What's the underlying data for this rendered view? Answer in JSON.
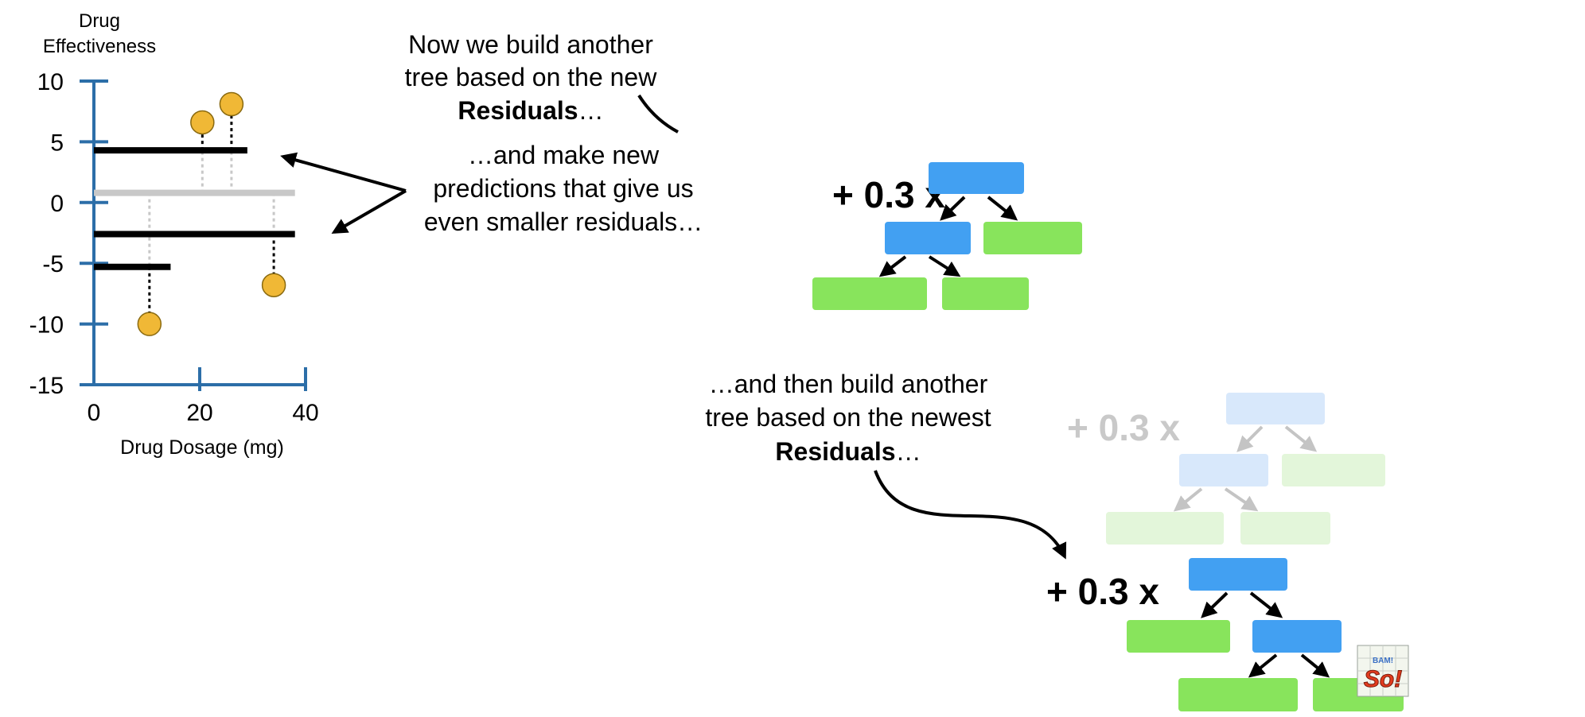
{
  "chart_data": {
    "type": "scatter",
    "title": "",
    "ylabel_line1": "Drug",
    "ylabel_line2": "Effectiveness",
    "xlabel": "Drug Dosage (mg)",
    "xlim": [
      0,
      40
    ],
    "ylim": [
      -15,
      10
    ],
    "x_ticks": [
      0,
      20,
      40
    ],
    "y_ticks": [
      10,
      5,
      0,
      -5,
      -10,
      -15
    ],
    "grid": false,
    "points": [
      {
        "x": 10.5,
        "y": -10.0,
        "prediction": -5.3
      },
      {
        "x": 20.5,
        "y": 6.6,
        "prediction": 4.3
      },
      {
        "x": 26.0,
        "y": 8.1,
        "prediction": 4.3
      },
      {
        "x": 34.0,
        "y": -6.8,
        "prediction": -2.6
      }
    ],
    "mean_line": {
      "y": 0.8,
      "x_start": 0,
      "x_end": 38,
      "color": "#c8c8c8"
    },
    "prediction_segments": [
      {
        "y": 4.3,
        "x_start": 0,
        "x_end": 29
      },
      {
        "y": -2.6,
        "x_start": 0,
        "x_end": 38
      },
      {
        "y": -5.3,
        "x_start": 0,
        "x_end": 14.5
      }
    ],
    "colors": {
      "axis": "#2c6ea8",
      "point": "#f0b836",
      "point_edge": "#8a6a10",
      "prediction": "#000000",
      "mean": "#c8c8c8",
      "dotted": "#000000",
      "dotted_faded": "#c8c8c8"
    }
  },
  "annotations": {
    "top": {
      "line1": "Now we build another",
      "line2": "tree based on the new",
      "bold": "Residuals",
      "suffix": "…"
    },
    "middle": {
      "line1": "…and make new",
      "line2": "predictions that give us",
      "line3": "even smaller residuals…"
    },
    "bottom": {
      "line1": "…and then build another",
      "line2": "tree based on the newest",
      "bold": "Residuals",
      "suffix": "…"
    }
  },
  "trees": {
    "multiplier": "+ 0.3 x",
    "colors": {
      "node": "#42a0f2",
      "leaf": "#88e45c",
      "node_faded": "#d8e8fb",
      "leaf_faded": "#e3f6da",
      "text_faded": "#c9c9c9"
    }
  },
  "badge": {
    "text": "So!",
    "small_text": "BAM!"
  }
}
